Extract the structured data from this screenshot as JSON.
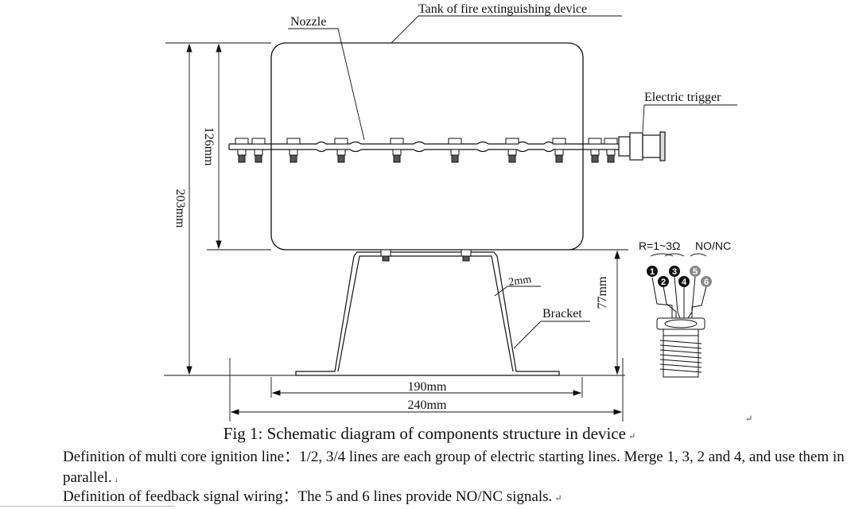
{
  "labels": {
    "tank": "Tank of fire extinguishing device",
    "nozzle": "Nozzle",
    "electric_trigger": "Electric trigger",
    "bracket": "Bracket"
  },
  "dimensions": {
    "height_total": "203mm",
    "height_tank": "126mm",
    "height_bracket": "77mm",
    "thickness": "2mm",
    "width_inner": "190mm",
    "width_outer": "240mm"
  },
  "trigger_inset": {
    "resistance": "R=1~3Ω",
    "signal": "NO/NC",
    "pins": [
      "1",
      "2",
      "3",
      "4",
      "5",
      "6"
    ]
  },
  "caption": "Fig 1: Schematic diagram of components structure in device",
  "paragraphs": {
    "ignition_line": "Definition of multi core ignition line：1/2, 3/4 lines are each group of electric starting lines. Merge 1, 3, 2 and 4, and use them in parallel.",
    "feedback_wiring": "Definition of feedback signal wiring：The 5 and 6 lines provide NO/NC signals."
  },
  "colors": {
    "line": "#111111",
    "pin_dark": "#111111",
    "pin_grey": "#8a8a8a"
  }
}
